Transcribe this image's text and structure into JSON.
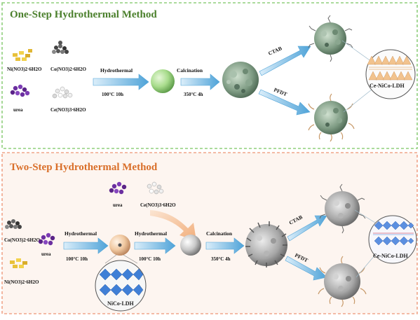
{
  "panel_top": {
    "title": "One-Step Hydrothermal Method",
    "reagents": [
      "Ni(NO3)2·6H2O",
      "Co(NO3)2·6H2O",
      "urea",
      "Ce(NO3)3·6H2O"
    ],
    "step1": "Hydrothermal",
    "step1_cond": "100°C 10h",
    "step2": "Calcination",
    "step2_cond": "350°C 4h",
    "branch_a": "CTAB",
    "branch_b": "PFDT",
    "inset_label": "Ce-NiCo-LDH"
  },
  "panel_bottom": {
    "title": "Two-Step Hydrothermal Method",
    "reagents_first": [
      "Co(NO3)2·6H2O",
      "urea",
      "Ni(NO3)2·6H2O"
    ],
    "reagents_second": [
      "urea",
      "Ce(NO3)3·6H2O"
    ],
    "step1": "Hydrothermal",
    "step1_cond": "100°C 10h",
    "step2": "Hydrothermal",
    "step2_cond": "100°C 10h",
    "step3": "Calcination",
    "step3_cond": "350°C 4h",
    "branch_a": "CTAB",
    "branch_b": "PFDT",
    "inset_mid_label": "NiCo-LDH",
    "inset_label": "Ce-NiCo-LDH"
  },
  "colors": {
    "top_border": "#8fcf7c",
    "top_title": "#4a7f2b",
    "bottom_border": "#f0a58a",
    "bottom_title": "#d96f2a",
    "bottom_bg": "#fdf5f0",
    "arrow": "#4fa3d8"
  }
}
